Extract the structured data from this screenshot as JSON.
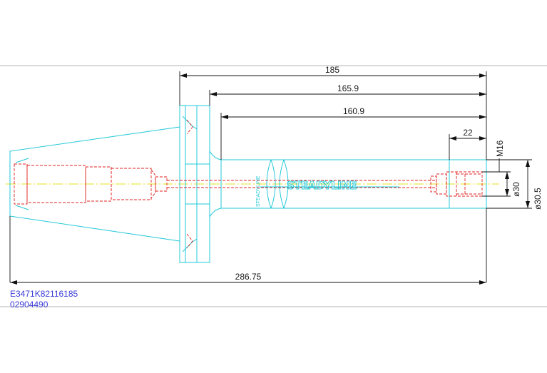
{
  "dimensions": {
    "overall_length": "185",
    "flange_length": "165.9",
    "body_length": "160.9",
    "bore_depth": "22",
    "thread": "M16",
    "bore_diameter": "ø30",
    "outer_diameter": "ø30.5",
    "total_length": "286.75"
  },
  "brand": "STEADYLINE",
  "side_marking": "STEADYLINE",
  "part_number": "E3471K82116185",
  "order_code": "02904490",
  "colors": {
    "outline": "#22c8d8",
    "hidden": "#e02020",
    "dimension": "#111111",
    "centerline": "#e8e020",
    "code_text": "#3a3ad8"
  }
}
